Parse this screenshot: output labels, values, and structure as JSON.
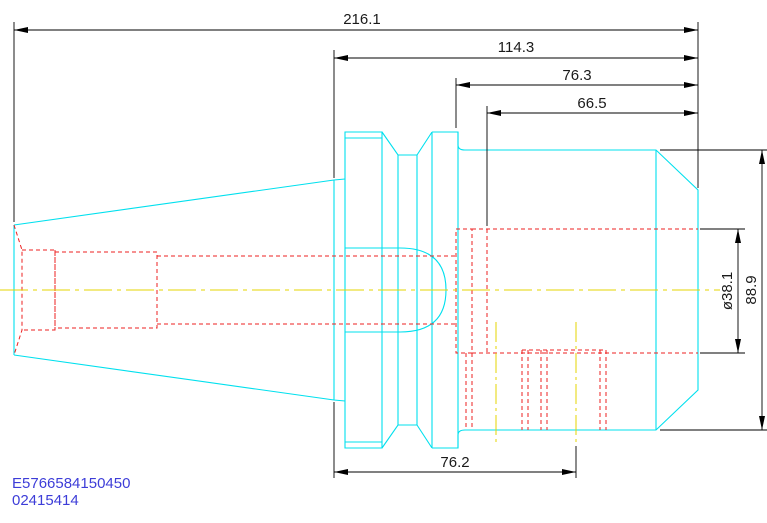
{
  "dimensions": {
    "overall_length": "216.1",
    "length_114": "114.3",
    "length_76_top": "76.3",
    "length_66": "66.5",
    "length_76_bottom": "76.2",
    "bore_diameter": "ø38.1",
    "body_diameter": "88.9"
  },
  "part_codes": {
    "line1": "E5766584150450",
    "line2": "02415414"
  },
  "colors": {
    "outline": "#00e0ee",
    "hidden": "#ee2020",
    "centerline": "#e6d400",
    "dimension": "#000000",
    "code_text": "#3d3dd8"
  }
}
